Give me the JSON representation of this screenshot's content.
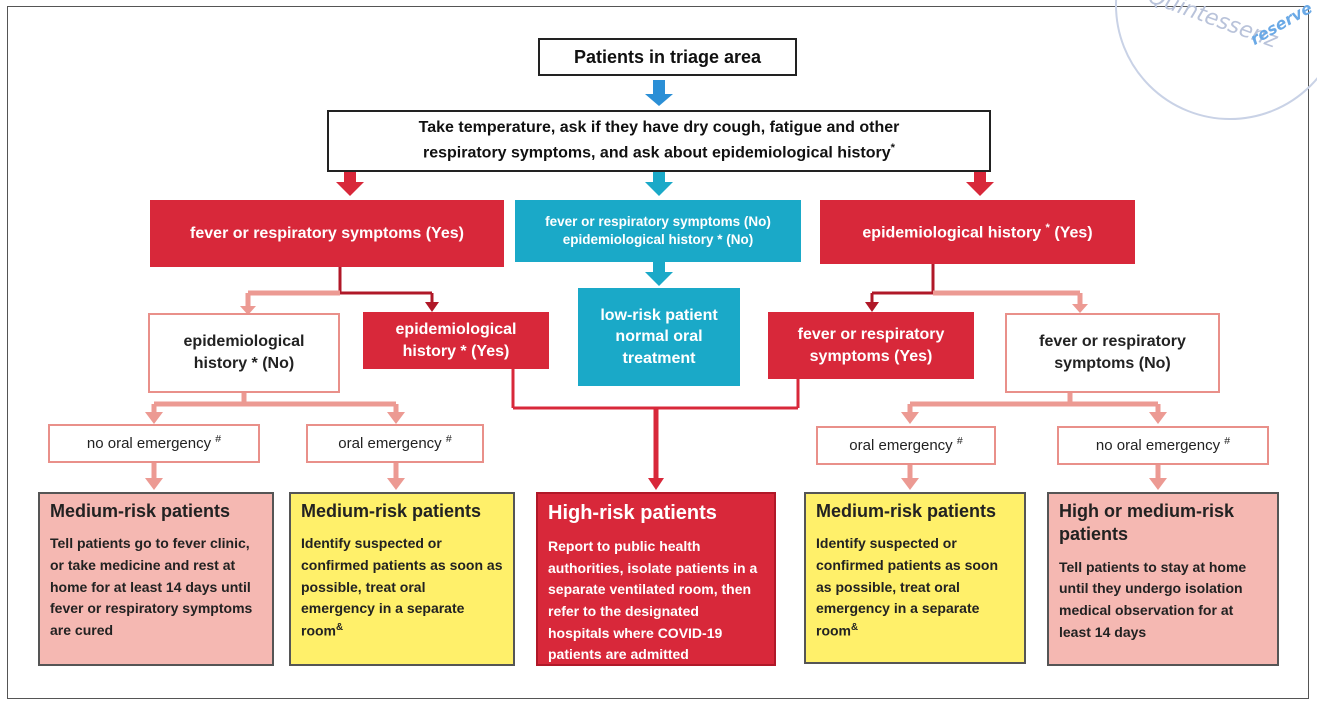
{
  "watermark": {
    "text_main": "Quintessenz",
    "text_corner": "reserve"
  },
  "nodes": {
    "triage": "Patients in triage area",
    "assess_line1": "Take temperature, ask if they have dry cough, fatigue and other",
    "assess_line2": "respiratory symptoms, and ask about epidemiological history",
    "fever_yes": "fever or respiratory symptoms (Yes)",
    "mid_line1": "fever or respiratory symptoms (No)",
    "mid_line2": "epidemiological history * (No)",
    "epi_yes_top": "epidemiological history",
    "epi_yes_top_suffix": "(Yes)",
    "epi_no_line1": "epidemiological",
    "epi_no_line2": "history * (No)",
    "epi_yes_line1": "epidemiological",
    "epi_yes_line2": "history * (Yes)",
    "low_risk_line1": "low-risk patient",
    "low_risk_line2": "normal oral",
    "low_risk_line3": "treatment",
    "fever_yes2_line1": "fever or respiratory",
    "fever_yes2_line2": "symptoms (Yes)",
    "fever_no_line1": "fever or respiratory",
    "fever_no_line2": "symptoms (No)",
    "no_oral_emergency": "no oral emergency",
    "oral_emergency": "oral emergency"
  },
  "symbols": {
    "star": "*",
    "hash": "#",
    "amp": "&"
  },
  "outcomes": [
    {
      "title": "Medium-risk patients",
      "text": "Tell patients go to fever clinic, or take medicine and rest at home for at least 14 days until fever or respiratory symptoms are cured"
    },
    {
      "title": "Medium-risk patients",
      "text": "Identify suspected or confirmed patients as soon as possible, treat oral emergency in a separate room"
    },
    {
      "title": "High-risk patients",
      "text": "Report to public health authorities, isolate patients in a separate ventilated room, then refer to the designated hospitals where COVID-19 patients are admitted"
    },
    {
      "title": "Medium-risk patients",
      "text": "Identify suspected or confirmed patients as soon as possible, treat oral emergency in a separate room"
    },
    {
      "title": "High or medium-risk patients",
      "text": "Tell patients to stay at home until they undergo isolation medical observation for at least 14 days"
    }
  ],
  "colors": {
    "red": "#d8283a",
    "cyan": "#1aa9c8",
    "blue_arrow": "#2b8fd6",
    "pink": "#f5b8b2",
    "yellow": "#fff06a",
    "light_red_arrow": "#ec9a93"
  }
}
